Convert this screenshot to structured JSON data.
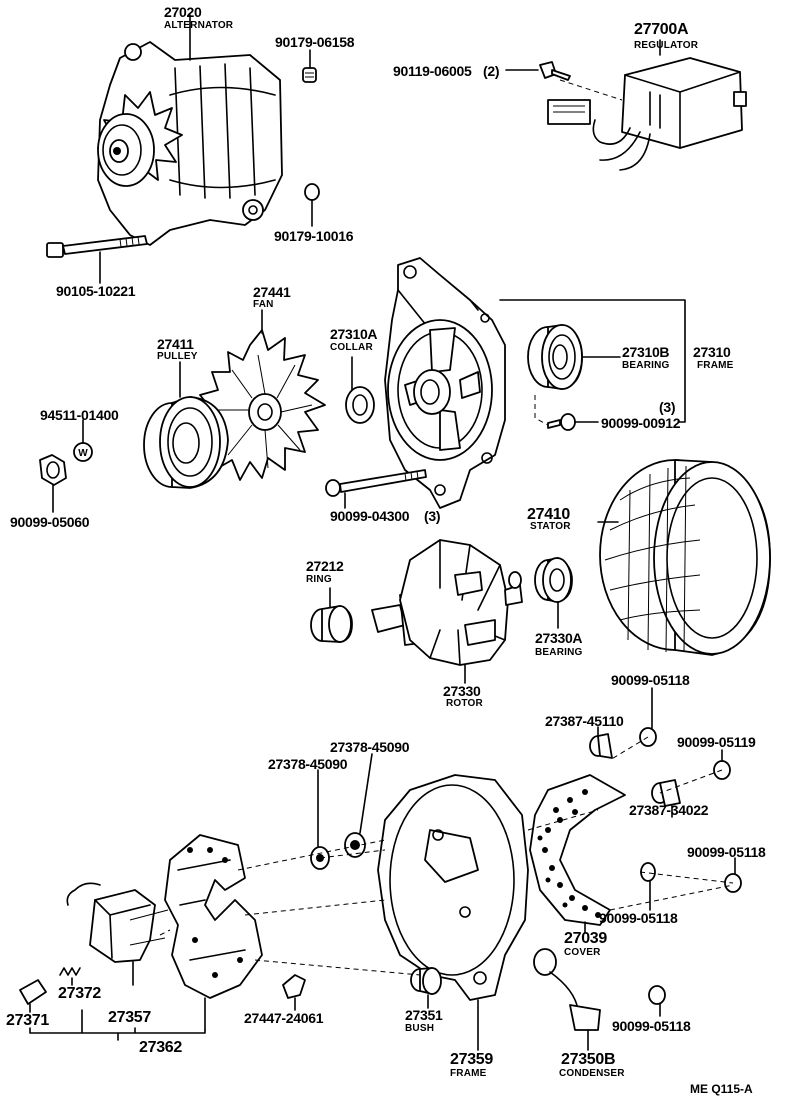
{
  "diagram_code": "ME  Q115-A",
  "parts": {
    "alternator": {
      "num": "27020",
      "name": "ALTERNATOR"
    },
    "regulator": {
      "num": "27700A",
      "name": "REGULATOR"
    },
    "nut_top": {
      "num": "90179-06158"
    },
    "nut_10016": {
      "num": "90179-10016"
    },
    "bolt_10221": {
      "num": "90105-10221"
    },
    "screw_06005": {
      "num": "90119-06005",
      "qty": "(2)"
    },
    "fan": {
      "num": "27441",
      "name": "FAN"
    },
    "pulley": {
      "num": "27411",
      "name": "PULLEY"
    },
    "collar": {
      "num": "27310A",
      "name": "COLLAR"
    },
    "bearing_b": {
      "num": "27310B",
      "name": "BEARING"
    },
    "frame_27310": {
      "num": "27310",
      "name": "FRAME"
    },
    "screw_00912": {
      "num": "90099-00912",
      "qty": "(3)"
    },
    "washer_01400": {
      "num": "94511-01400",
      "mark": "W"
    },
    "nut_05060": {
      "num": "90099-05060"
    },
    "bolt_04300": {
      "num": "90099-04300",
      "qty": "(3)"
    },
    "stator": {
      "num": "27410",
      "name": "STATOR"
    },
    "ring": {
      "num": "27212",
      "name": "RING"
    },
    "bearing_a": {
      "num": "27330A",
      "name": "BEARING"
    },
    "rotor": {
      "num": "27330",
      "name": "ROTOR"
    },
    "n_05118_a": {
      "num": "90099-05118"
    },
    "n_45110": {
      "num": "27387-45110"
    },
    "n_05119": {
      "num": "90099-05119"
    },
    "n_45090_a": {
      "num": "27378-45090"
    },
    "n_45090_b": {
      "num": "27378-45090"
    },
    "n_34022": {
      "num": "27387-34022"
    },
    "n_05118_b": {
      "num": "90099-05118"
    },
    "n_05118_c": {
      "num": "90099-05118"
    },
    "cover": {
      "num": "27039",
      "name": "COVER"
    },
    "n_05118_d": {
      "num": "90099-05118"
    },
    "p_27372": {
      "num": "27372"
    },
    "p_27371": {
      "num": "27371"
    },
    "p_27357": {
      "num": "27357"
    },
    "p_24061": {
      "num": "27447-24061"
    },
    "bush": {
      "num": "27351",
      "name": "BUSH"
    },
    "frame_27359": {
      "num": "27359",
      "name": "FRAME"
    },
    "condenser": {
      "num": "27350B",
      "name": "CONDENSER"
    },
    "p_27362": {
      "num": "27362"
    }
  }
}
